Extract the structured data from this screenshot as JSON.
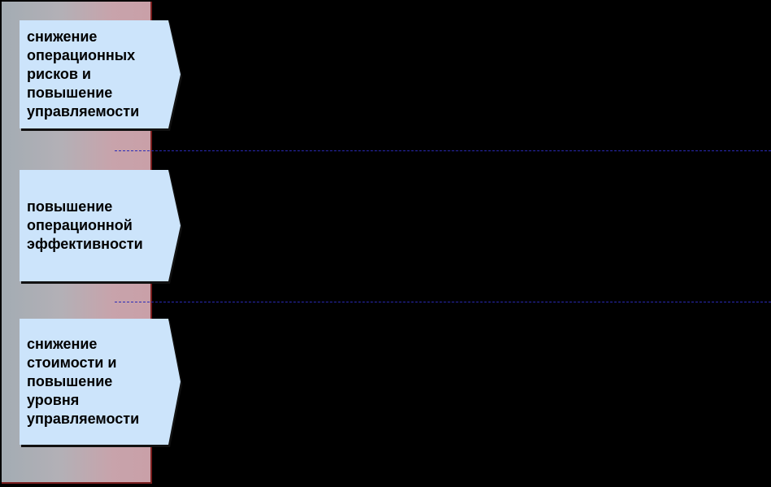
{
  "diagram": {
    "items": [
      {
        "label": "снижение\nоперационных\nрисков и\nповышение\nуправляемости"
      },
      {
        "label": "повышение\nоперационной\nэффективности"
      },
      {
        "label": "снижение\nстоимости и\nповышение\nуровня\nуправляемости"
      }
    ]
  },
  "colors": {
    "background": "#000000",
    "box_fill": "#cce4fb",
    "panel_left": "#a3acb3",
    "panel_right": "#c9a0a8",
    "panel_border": "#7a1f1f",
    "divider": "#2a2ab8"
  }
}
